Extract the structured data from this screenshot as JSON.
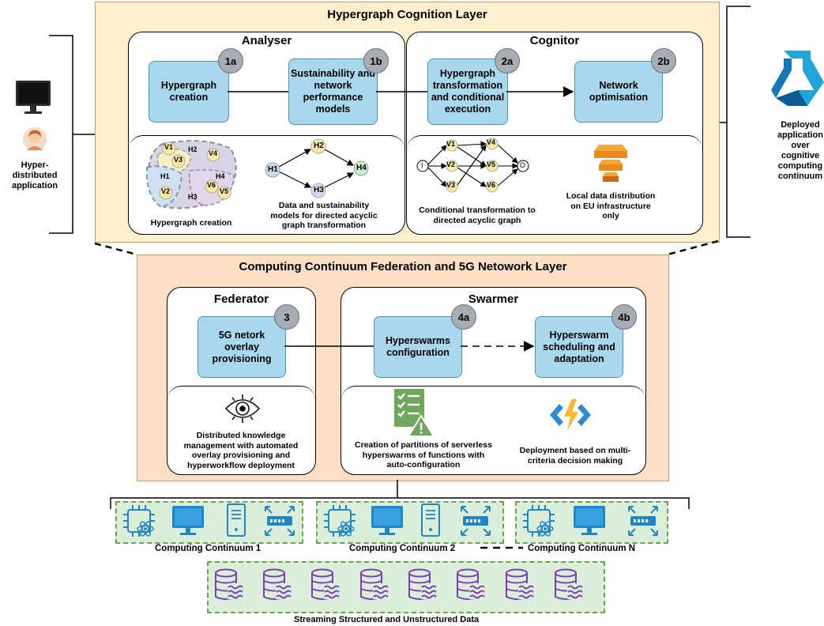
{
  "user_side": {
    "label": "Hyper-\ndistributed\napplication"
  },
  "deploy_side": {
    "label": "Deployed\napplication\nover\ncognitive\ncomputing\ncontinuum"
  },
  "cognition_layer": {
    "title": "Hypergraph Cognition Layer",
    "analyser": {
      "title": "Analyser",
      "step_1a": {
        "badge": "1a",
        "label": "Hypergraph\ncreation"
      },
      "step_1b": {
        "badge": "1b",
        "label": "Sustainability and\nnetwork\nperformance\nmodels"
      },
      "caption_left": "Hypergraph creation",
      "caption_right": "Data and sustainability\nmodels for directed acyclic\ngraph transformation",
      "hypergraph_labels": [
        "V1",
        "V3",
        "V4",
        "V2",
        "V6",
        "V5",
        "H1",
        "H2",
        "H3",
        "H4"
      ],
      "dag_labels": [
        "H1",
        "H2",
        "H3",
        "H4"
      ]
    },
    "cognitor": {
      "title": "Cognitor",
      "step_2a": {
        "badge": "2a",
        "label": "Hypergraph\ntransformation\nand conditional\nexecution"
      },
      "step_2b": {
        "badge": "2b",
        "label": "Network\noptimisation"
      },
      "caption_left": "Conditional transformation to\ndirected acyclic graph",
      "caption_right": "Local data distribution\non EU infrastructure\nonly",
      "dag_labels": [
        "I",
        "V1",
        "V2",
        "V3",
        "V4",
        "V5",
        "V6",
        "O"
      ]
    }
  },
  "federation_layer": {
    "title": "Computing Continuum Federation and 5G Netowork Layer",
    "federator": {
      "title": "Federator",
      "step_3": {
        "badge": "3",
        "label": "5G netork\noverlay\nprovisioning"
      },
      "caption": "Distributed knowledge\nmanagement with automated\noverlay provisioning and\nhyperworkflow deployment"
    },
    "swarmer": {
      "title": "Swarmer",
      "step_4a": {
        "badge": "4a",
        "label": "Hyperswarms\nconfiguration"
      },
      "step_4b": {
        "badge": "4b",
        "label": "Hyperswarm\nscheduling and\nadaptation"
      },
      "caption_left": "Creation of partitions of serverless\nhyperswarms of functions with\nauto-configuration",
      "caption_right": "Deployment based on multi-\ncriteria decision making"
    }
  },
  "continuums": [
    {
      "label": "Computing Continuum 1"
    },
    {
      "label": "Computing Continuum 2"
    },
    {
      "label": "Computing Continuum N"
    }
  ],
  "data_layer": {
    "label": "Streaming Structured and Unstructured Data"
  },
  "colors": {
    "step_fill": "#a9d7ee",
    "top_layer": "#fdf0cf",
    "mid_layer": "#fcdfc4",
    "continuum_fill": "#dbeeda",
    "icon_blue": "#1f86c8",
    "db_purple": "#7b3fb5"
  },
  "icons": {
    "monitor": "monitor-icon",
    "user": "user-avatar-icon",
    "deploy": "azure-ml-icon",
    "storage": "aws-storage-icon",
    "knowledge": "eye-circuit-icon",
    "checklist": "checklist-warning-icon",
    "functions": "azure-functions-icon",
    "chip": "cpu-chip-icon",
    "server": "server-icon",
    "switch": "network-switch-icon",
    "database": "database-stream-icon"
  }
}
